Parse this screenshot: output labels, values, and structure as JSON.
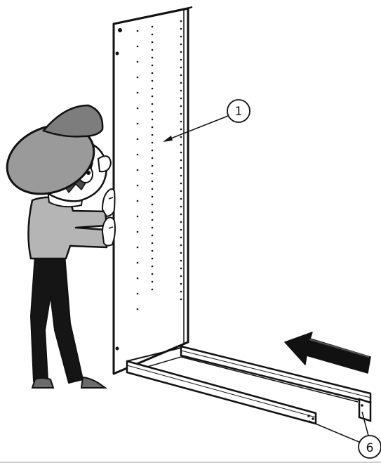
{
  "diagram": {
    "callouts": [
      {
        "label": "1",
        "part": "side-panel"
      },
      {
        "label": "6",
        "part": "base-rails"
      }
    ]
  },
  "colors": {
    "ink": "#111111",
    "panel": "#ffffff",
    "hair": "#5a5a5a",
    "skin_shade": "#b8b8b8",
    "cap": "#8f8f8f",
    "shirt": "#b5b5b5",
    "pants": "#151515",
    "shoes": "#6a6a6a",
    "arrow": "#111111"
  },
  "icons": {
    "direction": "arrow-left-icon",
    "person": "person-icon"
  }
}
